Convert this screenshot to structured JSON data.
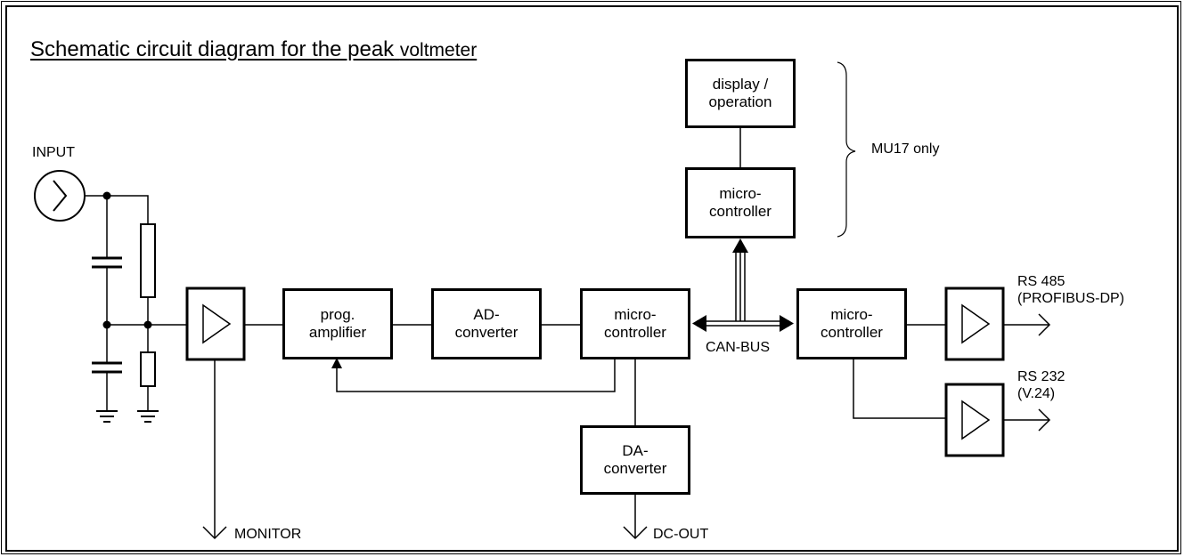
{
  "title": {
    "main": "Schematic circuit diagram for the peak ",
    "tail": "voltmeter"
  },
  "blocks": {
    "prog_amplifier": "prog.\namplifier",
    "ad_converter": "AD-\nconverter",
    "microcontroller_main": "micro-\ncontroller",
    "da_converter": "DA-\nconverter",
    "microcontroller_display": "micro-\ncontroller",
    "display_operation": "display /\noperation",
    "microcontroller_interface": "micro-\ncontroller"
  },
  "labels": {
    "input": "INPUT",
    "monitor": "MONITOR",
    "dc_out": "DC-OUT",
    "can_bus": "CAN-BUS",
    "mu17_only": "MU17 only",
    "rs485": "RS 485\n(PROFIBUS-DP)",
    "rs232": "RS 232\n(V.24)"
  }
}
